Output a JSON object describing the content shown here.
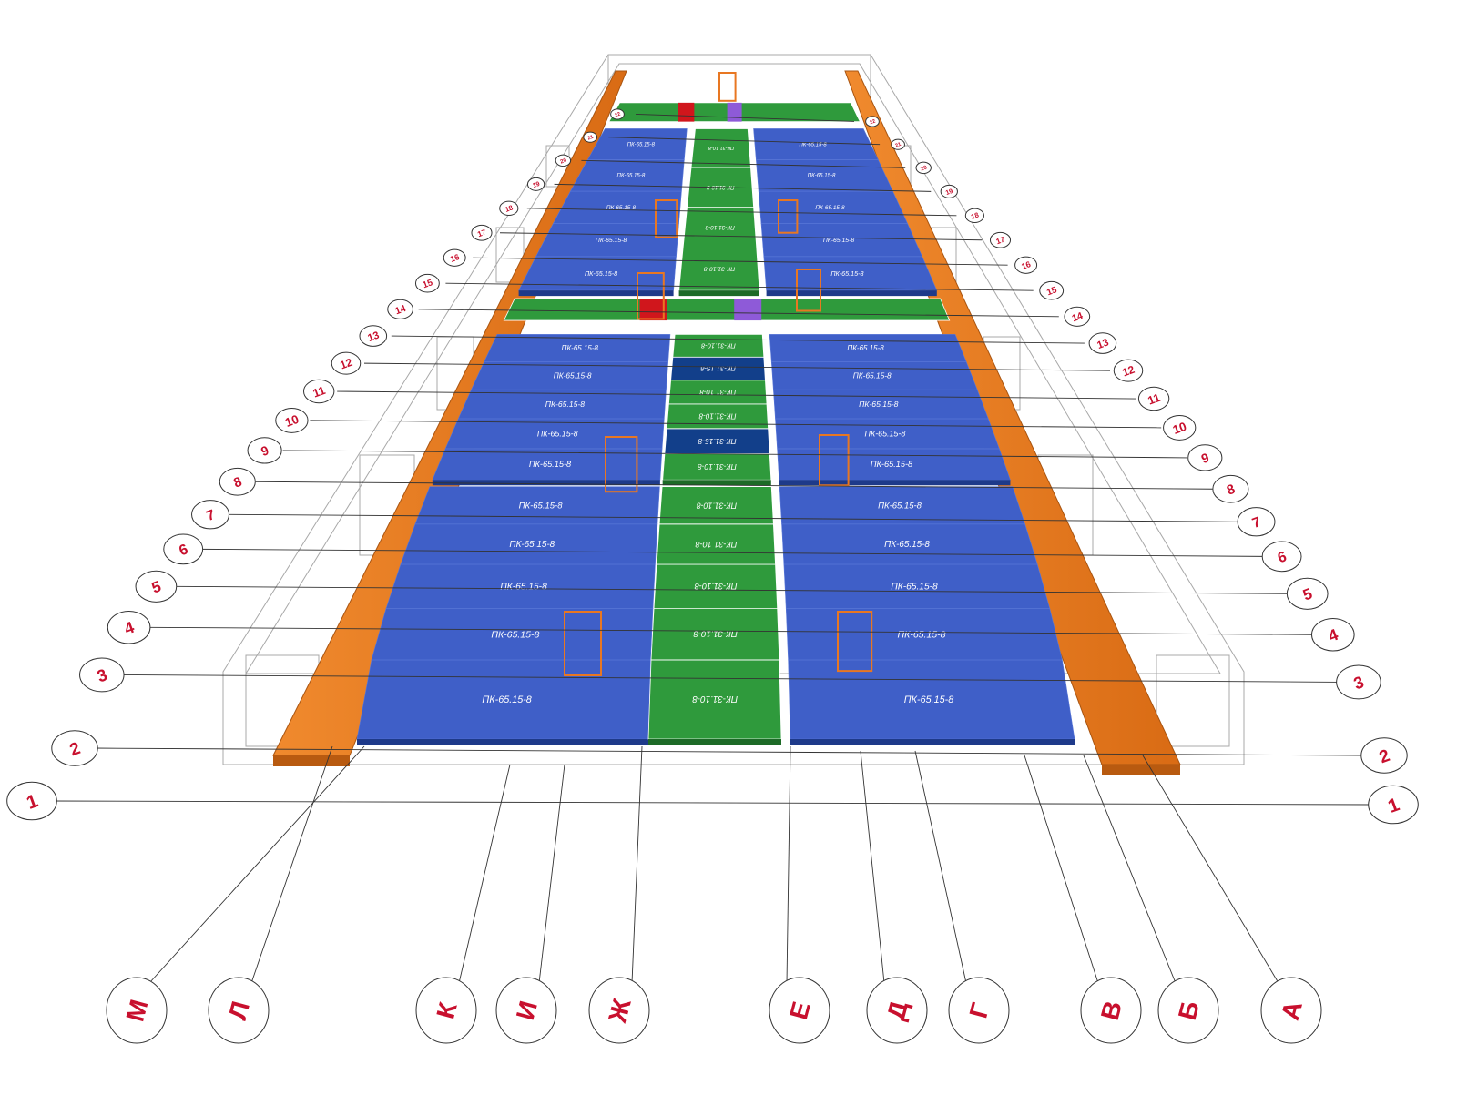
{
  "colors": {
    "slab_wide": "#3f5fc8",
    "slab_wide_edge": "#1e3a8a",
    "slab_narrow": "#2f9a3c",
    "slab_narrow_dark": "#123f8a",
    "wall": "#e87722",
    "wall_dark": "#b85a10",
    "accent_red": "#d0161c",
    "accent_purple": "#8e5ad8",
    "axis_line": "#333333",
    "bubble_text": "#c8102e",
    "frame_line": "#9a9a9a"
  },
  "axes": {
    "numbered": [
      "1",
      "2",
      "3",
      "4",
      "5",
      "6",
      "7",
      "8",
      "9",
      "10",
      "11",
      "12",
      "13",
      "14",
      "15",
      "16",
      "17",
      "18",
      "19",
      "20",
      "21",
      "22"
    ],
    "lettered": [
      "М",
      "Л",
      "К",
      "И",
      "Ж",
      "Е",
      "Д",
      "Г",
      "В",
      "Б",
      "А"
    ]
  },
  "slabs": {
    "left_bay_front": [
      "ПК-65.15-8",
      "ПК-65.15-8",
      "ПК-65.15-8",
      "ПК-65.15-8",
      "ПК-65.15-8"
    ],
    "left_bay_mid": [
      "ПК-65.15-8",
      "ПК-65.15-8",
      "ПК-65.15-8",
      "ПК-65.15-8",
      "ПК-65.15-8"
    ],
    "left_bay_back": [
      "ПК-65.15-8",
      "ПК-65.15-8",
      "ПК-65.15-8",
      "ПК-65.15-8",
      "ПК-65.15-8"
    ],
    "right_bay_front": [
      "ПК-65.15-8",
      "ПК-65.15-8",
      "ПК-65.15-8",
      "ПК-65.15-8",
      "ПК-65.15-8"
    ],
    "right_bay_mid": [
      "ПК-65.15-8",
      "ПК-65.15-8",
      "ПК-65.15-8",
      "ПК-65.15-8",
      "ПК-65.15-8"
    ],
    "right_bay_back": [
      "ПК-65.15-8",
      "ПК-65.15-8",
      "ПК-65.15-8",
      "ПК-65.15-8",
      "ПК-65.15-8"
    ],
    "corridor_front": [
      "ПК-31.10-8",
      "ПК-31.10-8",
      "ПК-31.10-8",
      "ПК-31.10-8",
      "ПК-31.10-8"
    ],
    "corridor_mid": [
      "ПК-31.10-8",
      "ПК-31.15-8",
      "ПК-31.10-8",
      "ПК-31.10-8",
      "ПК-31.15-8",
      "ПК-31.10-8"
    ],
    "corridor_back": [
      "ПК-31.10-8",
      "ПК-31.10-8",
      "ПК-31.10-8",
      "ПК-31.10-8"
    ]
  }
}
